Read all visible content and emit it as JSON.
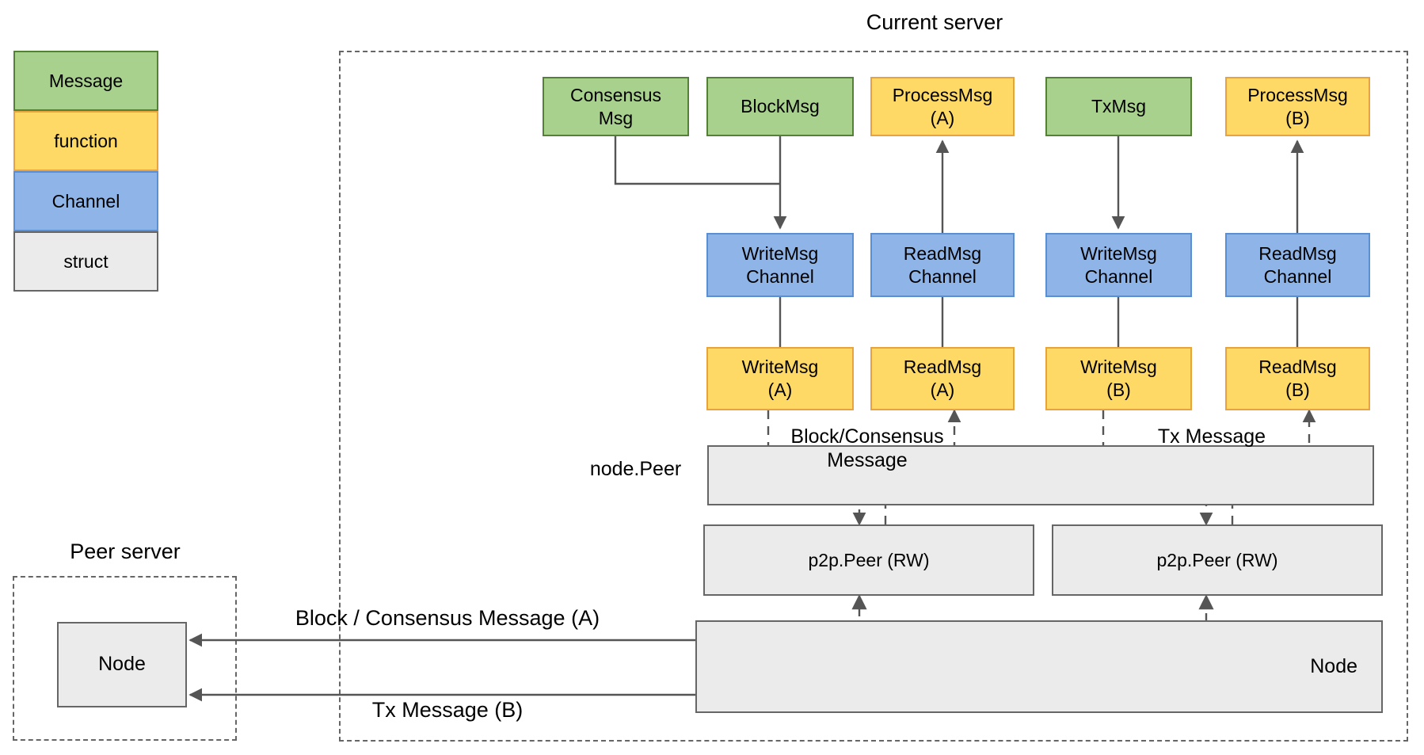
{
  "diagram": {
    "title_current_server": "Current server",
    "title_peer_server": "Peer server"
  },
  "legend": {
    "items": [
      {
        "label": "Message",
        "type": "message",
        "color": "#a9d18e",
        "border": "#548235"
      },
      {
        "label": "function",
        "type": "function",
        "color": "#ffd966",
        "border": "#e8a33d"
      },
      {
        "label": "Channel",
        "type": "channel",
        "color": "#8eb4e8",
        "border": "#5b8fd4"
      },
      {
        "label": "struct",
        "type": "struct",
        "color": "#ebebeb",
        "border": "#666666"
      }
    ]
  },
  "messages": {
    "consensus_msg": "Consensus\nMsg",
    "block_msg": "BlockMsg",
    "tx_msg": "TxMsg"
  },
  "functions": {
    "process_msg_a": "ProcessMsg\n(A)",
    "process_msg_b": "ProcessMsg\n(B)",
    "write_msg_a": "WriteMsg\n(A)",
    "read_msg_a": "ReadMsg\n(A)",
    "write_msg_b": "WriteMsg\n(B)",
    "read_msg_b": "ReadMsg\n(B)"
  },
  "channels": {
    "write_channel_a": "WriteMsg\nChannel",
    "read_channel_a": "ReadMsg\nChannel",
    "write_channel_b": "WriteMsg\nChannel",
    "read_channel_b": "ReadMsg\nChannel"
  },
  "structs": {
    "node_peer_label": "node.Peer",
    "node_peer_box": "",
    "p2p_peer_a": "p2p.Peer (RW)",
    "p2p_peer_b": "p2p.Peer (RW)",
    "node_current": "Node",
    "node_peer_server": "Node"
  },
  "edge_labels": {
    "block_consensus_message": "Block/Consensus\nMessage",
    "tx_message": "Tx Message",
    "block_consensus_message_a": "Block / Consensus Message (A)",
    "tx_message_b": "Tx Message (B)"
  }
}
